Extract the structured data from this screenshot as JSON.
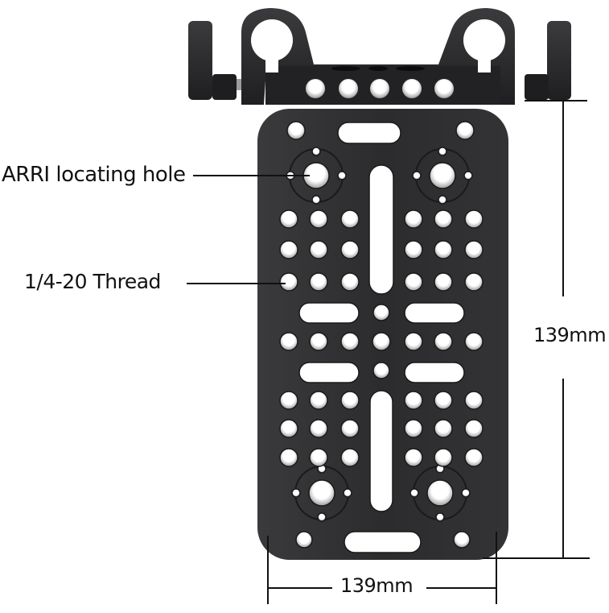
{
  "figure": {
    "subject": "Camera cheese plate with 15mm rod clamp",
    "annotations": {
      "arri_hole": "ARRI locating hole",
      "thread": "1/4-20 Thread"
    },
    "dimensions": {
      "height": "139mm",
      "width": "139mm"
    },
    "colors": {
      "plate": "#2b2b2d",
      "hole": "#ffffff",
      "text": "#111111",
      "line": "#111111"
    }
  }
}
